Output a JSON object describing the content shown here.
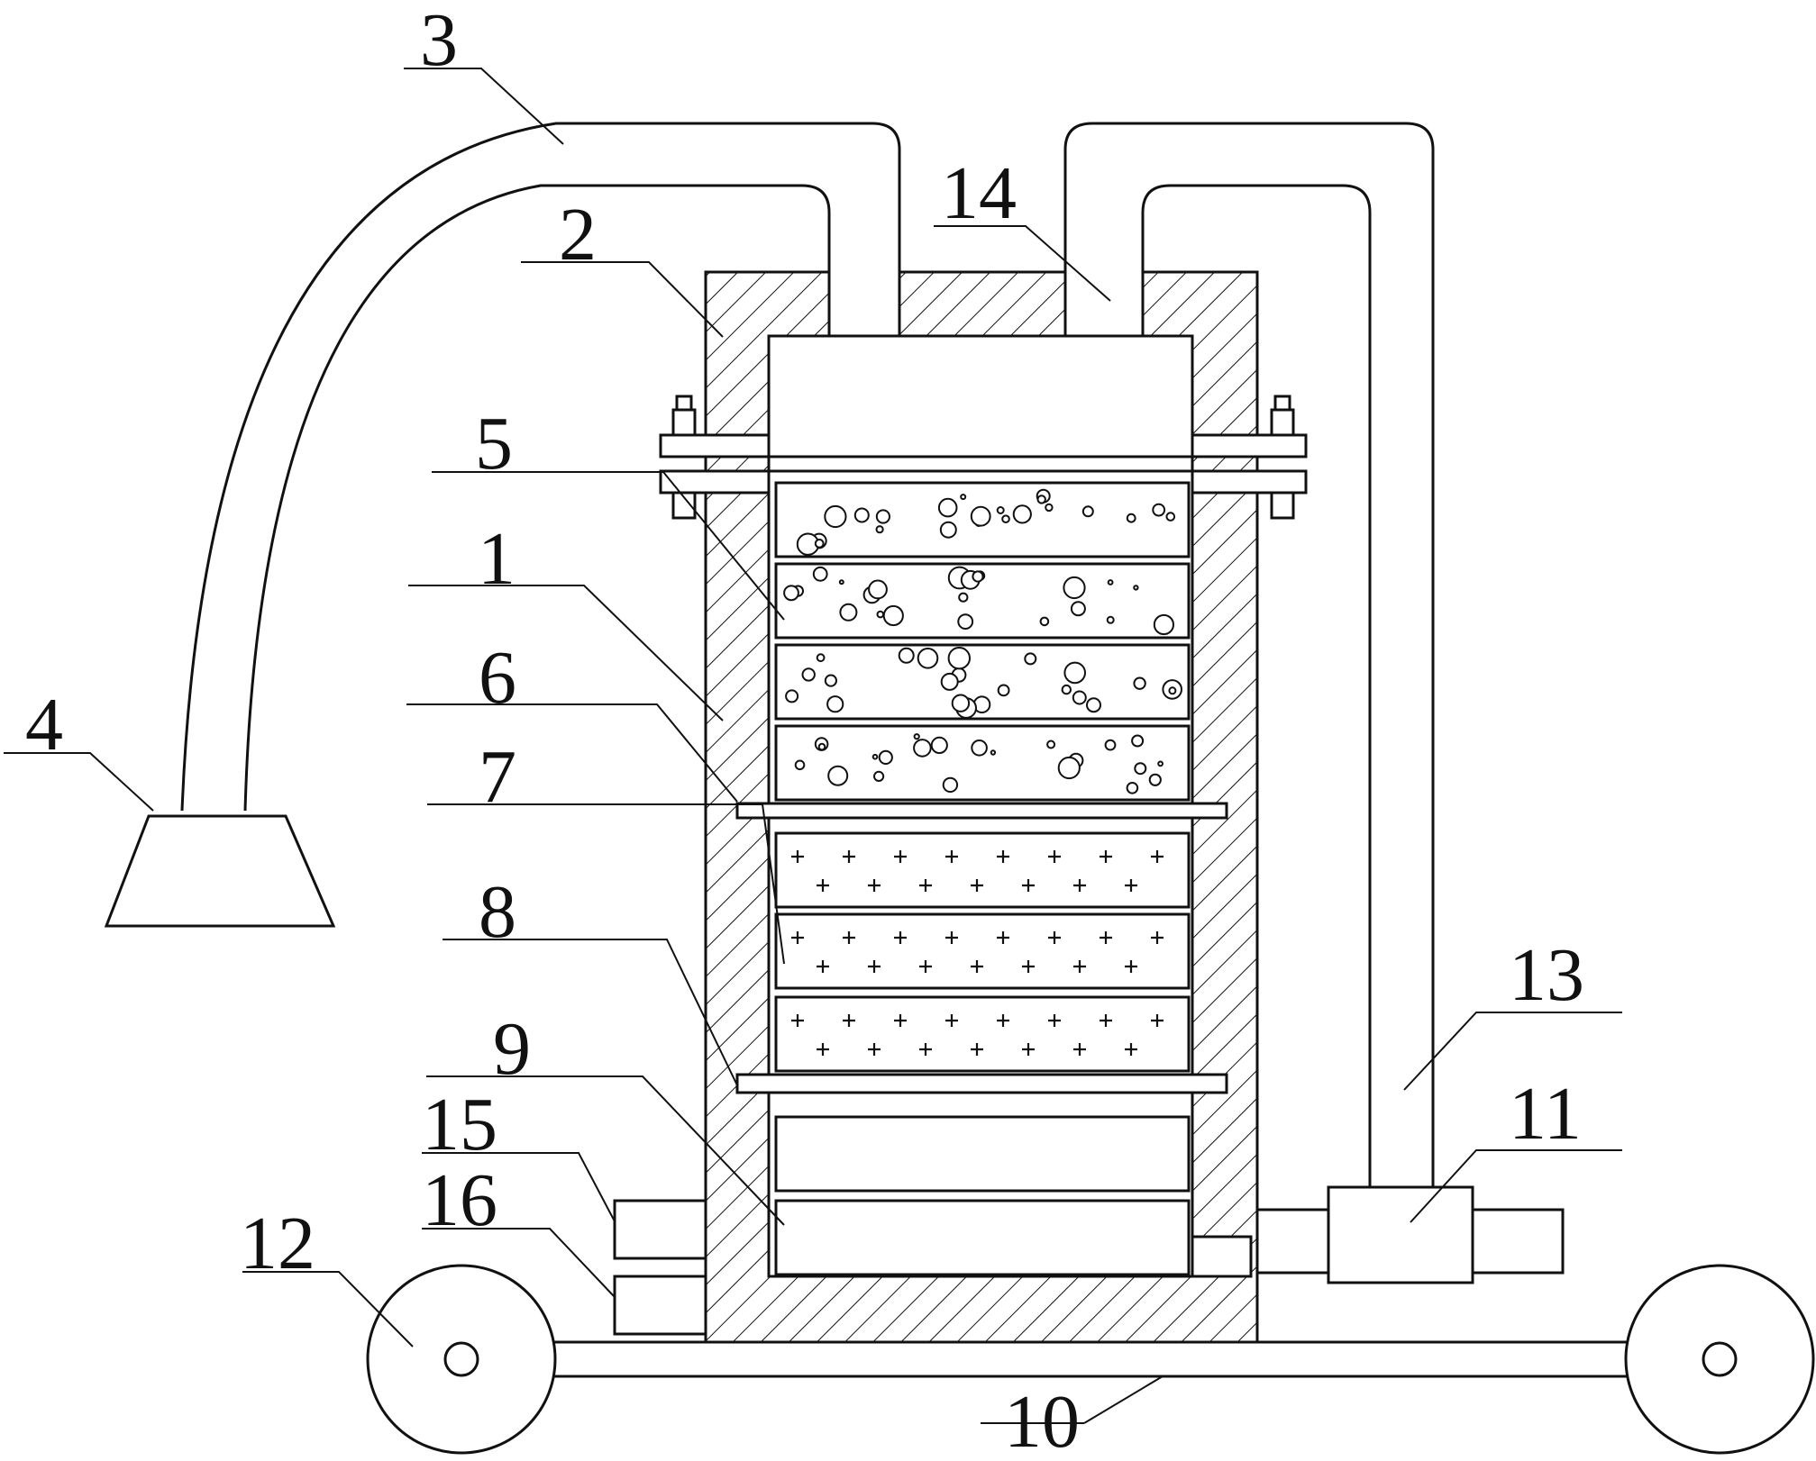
{
  "labels": [
    {
      "id": "1",
      "text": "1"
    },
    {
      "id": "2",
      "text": "2"
    },
    {
      "id": "3",
      "text": "3"
    },
    {
      "id": "4",
      "text": "4"
    },
    {
      "id": "5",
      "text": "5"
    },
    {
      "id": "6",
      "text": "6"
    },
    {
      "id": "7",
      "text": "7"
    },
    {
      "id": "8",
      "text": "8"
    },
    {
      "id": "9",
      "text": "9"
    },
    {
      "id": "10",
      "text": "10"
    },
    {
      "id": "11",
      "text": "11"
    },
    {
      "id": "12",
      "text": "12"
    },
    {
      "id": "13",
      "text": "13"
    },
    {
      "id": "14",
      "text": "14"
    },
    {
      "id": "15",
      "text": "15"
    },
    {
      "id": "16",
      "text": "16"
    }
  ]
}
